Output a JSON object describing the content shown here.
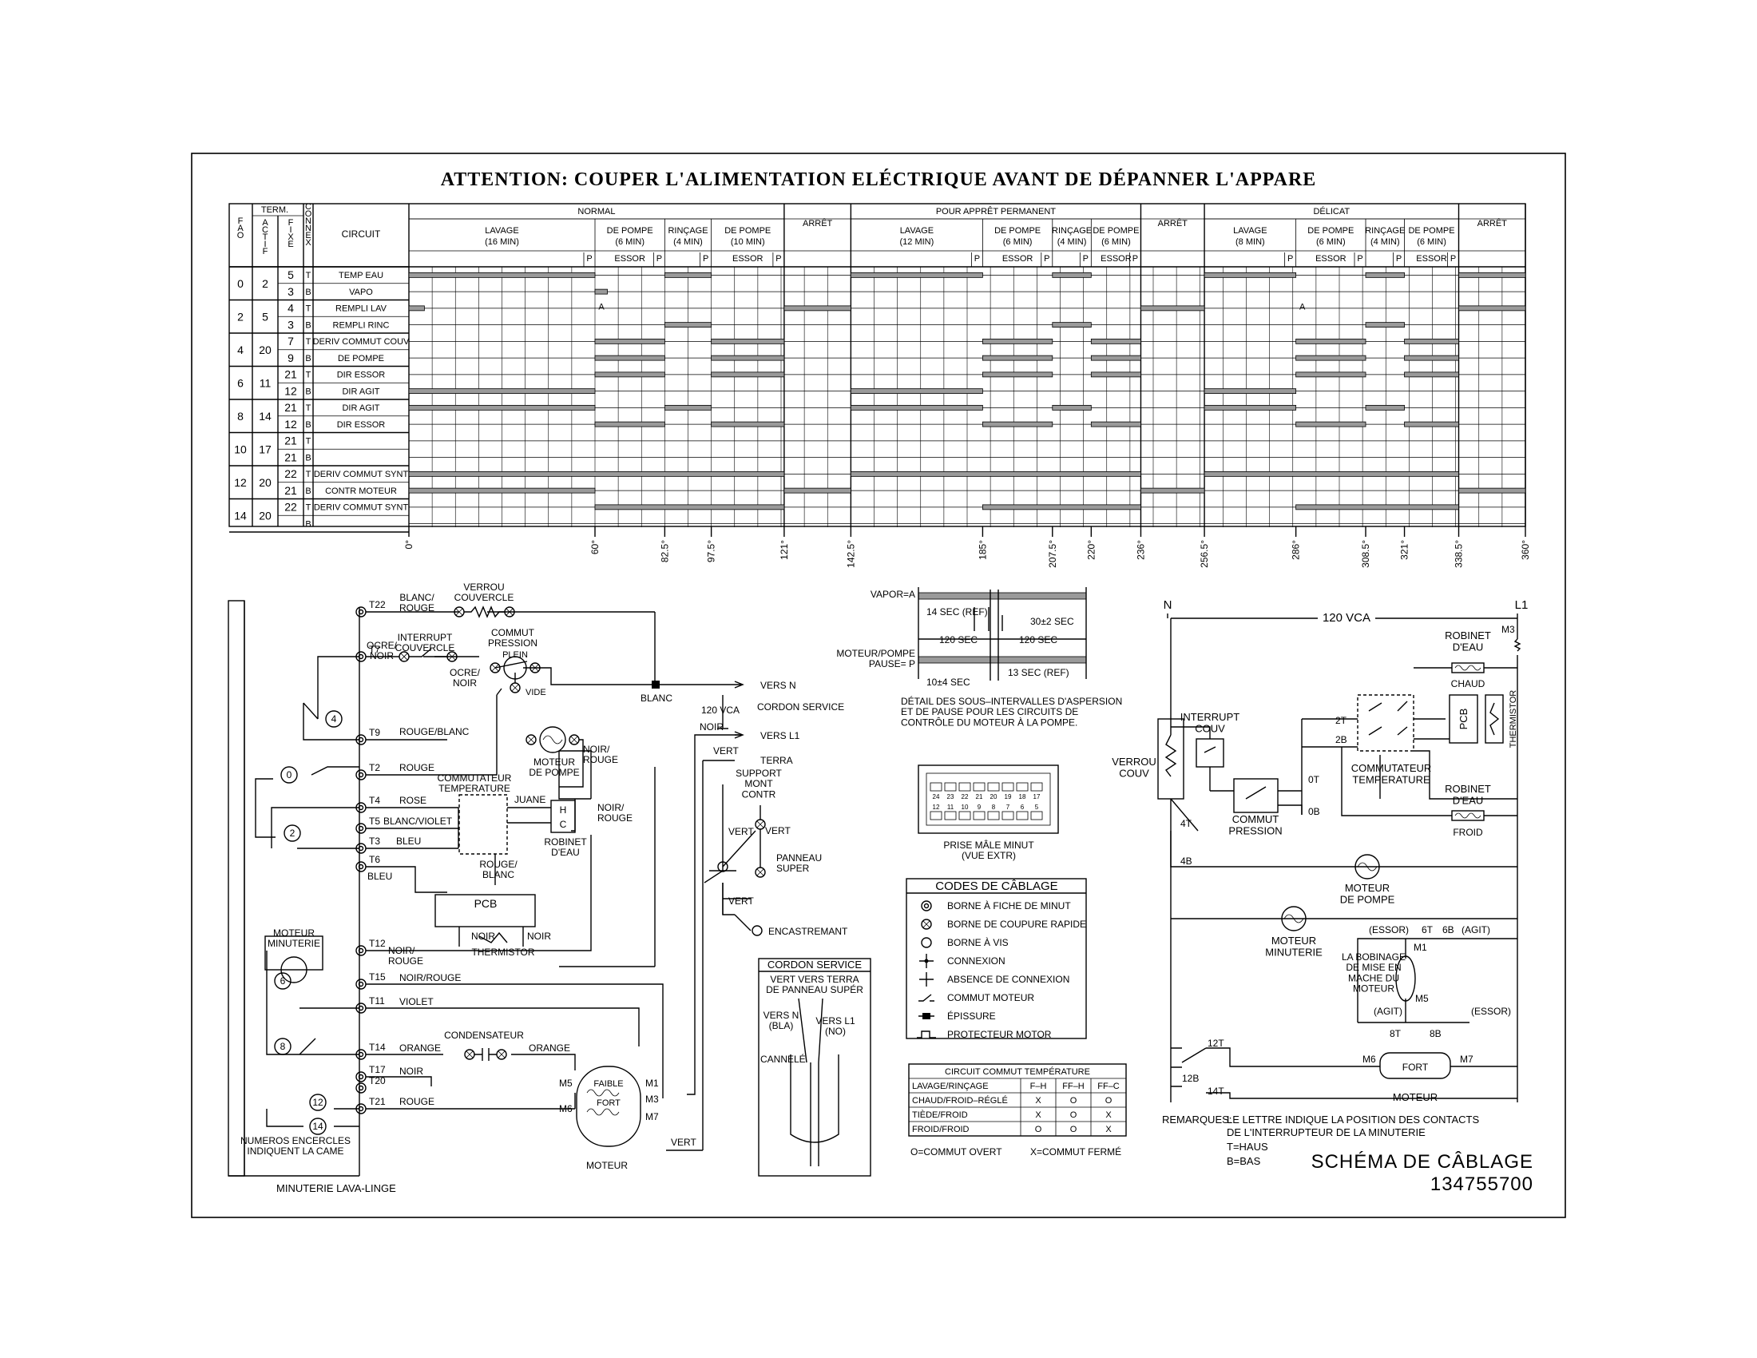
{
  "title": "ATTENTION: COUPER L'ALIMENTATION ELÉCTRIQUE AVANT DE DÉPANNER L'APPARE",
  "timer_chart": {
    "head_fao": "F\nA\nO",
    "head_term": "TERM.",
    "head_actif": "A\nC\nT\nI\nF",
    "head_fixe": "F\nI\nX\nE",
    "head_connex": "C\nO\nN\nN\nE\nX",
    "head_circuit": "CIRCUIT",
    "cycles": [
      {
        "name": "NORMAL",
        "segments": [
          {
            "label": "LAVAGE",
            "sub": "(16 MIN)"
          },
          {
            "label": "DE POMPE",
            "sub": "(6 MIN)",
            "sub2": "ESSOR"
          },
          {
            "label": "RINÇAGE",
            "sub": "(4 MIN)"
          },
          {
            "label": "DE POMPE",
            "sub": "(10 MIN)",
            "sub2": "ESSOR"
          }
        ]
      },
      {
        "name": "POUR APPRÊT PERMANENT",
        "segments": [
          {
            "label": "LAVAGE",
            "sub": "(12 MIN)"
          },
          {
            "label": "DE POMPE",
            "sub": "(6 MIN)",
            "sub2": "ESSOR"
          },
          {
            "label": "RINÇAGE",
            "sub": "(4 MIN)"
          },
          {
            "label": "DE POMPE",
            "sub": "(6 MIN)",
            "sub2": "ESSOR"
          }
        ]
      },
      {
        "name": "DÉLICAT",
        "segments": [
          {
            "label": "LAVAGE",
            "sub": "(8 MIN)"
          },
          {
            "label": "DE POMPE",
            "sub": "(6 MIN)",
            "sub2": "ESSOR"
          },
          {
            "label": "RINÇAGE",
            "sub": "(4 MIN)"
          },
          {
            "label": "DE POMPE",
            "sub": "(6 MIN)",
            "sub2": "ESSOR"
          }
        ]
      }
    ],
    "arret": "ARRÊT",
    "p": "P",
    "marker_a": "A",
    "groups": [
      {
        "fao": "0",
        "actif": "2"
      },
      {
        "fao": "2",
        "actif": "5"
      },
      {
        "fao": "4",
        "actif": "20"
      },
      {
        "fao": "6",
        "actif": "11"
      },
      {
        "fao": "8",
        "actif": "14"
      },
      {
        "fao": "10",
        "actif": "17"
      },
      {
        "fao": "12",
        "actif": "20"
      },
      {
        "fao": "14",
        "actif": "20"
      }
    ],
    "rows": [
      {
        "fixe": "5",
        "connex": "T",
        "circuit": "TEMP EAU"
      },
      {
        "fixe": "3",
        "connex": "B",
        "circuit": "VAPO"
      },
      {
        "fixe": "4",
        "connex": "T",
        "circuit": "REMPLI LAV"
      },
      {
        "fixe": "3",
        "connex": "B",
        "circuit": "REMPLI RINC"
      },
      {
        "fixe": "7",
        "connex": "T",
        "circuit": "DERIV COMMUT COUV"
      },
      {
        "fixe": "9",
        "connex": "B",
        "circuit": "DE POMPE"
      },
      {
        "fixe": "21",
        "connex": "T",
        "circuit": "DIR ESSOR"
      },
      {
        "fixe": "12",
        "connex": "B",
        "circuit": "DIR AGIT"
      },
      {
        "fixe": "21",
        "connex": "T",
        "circuit": "DIR AGIT"
      },
      {
        "fixe": "12",
        "connex": "B",
        "circuit": "DIR ESSOR"
      },
      {
        "fixe": "21",
        "connex": "T",
        "circuit": ""
      },
      {
        "fixe": "21",
        "connex": "B",
        "circuit": ""
      },
      {
        "fixe": "22",
        "connex": "T",
        "circuit": "DERIV COMMUT SYNT"
      },
      {
        "fixe": "21",
        "connex": "B",
        "circuit": "CONTR MOTEUR"
      },
      {
        "fixe": "22",
        "connex": "T",
        "circuit": "DERIV COMMUT SYNT"
      },
      {
        "fixe": "",
        "connex": "B",
        "circuit": ""
      }
    ],
    "degree_ticks": [
      {
        "deg": 0,
        "label": "0°"
      },
      {
        "deg": 60,
        "label": "60°"
      },
      {
        "deg": 82.5,
        "label": "82.5°"
      },
      {
        "deg": 97.5,
        "label": "97.5°"
      },
      {
        "deg": 121,
        "label": "121°"
      },
      {
        "deg": 142.5,
        "label": "142.5°"
      },
      {
        "deg": 185,
        "label": "185°"
      },
      {
        "deg": 207.5,
        "label": "207.5°"
      },
      {
        "deg": 220,
        "label": "220°"
      },
      {
        "deg": 236,
        "label": "236°"
      },
      {
        "deg": 256.5,
        "label": "256.5°"
      },
      {
        "deg": 286,
        "label": "286°"
      },
      {
        "deg": 308.5,
        "label": "308.5°"
      },
      {
        "deg": 321,
        "label": "321°"
      },
      {
        "deg": 338.5,
        "label": "338.5°"
      },
      {
        "deg": 360,
        "label": "360°"
      }
    ],
    "bars_deg": [
      [
        [
          0,
          60
        ],
        [
          82.5,
          97.5
        ],
        [
          142.5,
          185
        ],
        [
          207.5,
          220
        ],
        [
          256.5,
          286
        ],
        [
          308.5,
          321
        ],
        [
          338.5,
          360
        ]
      ],
      [
        [
          60,
          64
        ]
      ],
      [
        [
          0,
          5
        ],
        [
          121,
          142.5
        ],
        [
          236,
          256.5
        ],
        [
          338.5,
          360
        ]
      ],
      [
        [
          82.5,
          97.5
        ],
        [
          207.5,
          220
        ],
        [
          308.5,
          321
        ]
      ],
      [
        [
          60,
          82.5
        ],
        [
          97.5,
          121
        ],
        [
          185,
          207.5
        ],
        [
          220,
          236
        ],
        [
          286,
          308.5
        ],
        [
          321,
          338.5
        ]
      ],
      [
        [
          60,
          82.5
        ],
        [
          97.5,
          121
        ],
        [
          185,
          207.5
        ],
        [
          220,
          236
        ],
        [
          286,
          308.5
        ],
        [
          321,
          338.5
        ]
      ],
      [
        [
          60,
          82.5
        ],
        [
          97.5,
          121
        ],
        [
          185,
          207.5
        ],
        [
          220,
          236
        ],
        [
          286,
          308.5
        ],
        [
          321,
          338.5
        ]
      ],
      [
        [
          0,
          60
        ],
        [
          142.5,
          185
        ],
        [
          256.5,
          286
        ]
      ],
      [
        [
          0,
          60
        ],
        [
          82.5,
          97.5
        ],
        [
          142.5,
          185
        ],
        [
          207.5,
          220
        ],
        [
          256.5,
          286
        ],
        [
          308.5,
          321
        ]
      ],
      [
        [
          60,
          82.5
        ],
        [
          97.5,
          121
        ],
        [
          185,
          207.5
        ],
        [
          220,
          236
        ],
        [
          286,
          308.5
        ],
        [
          321,
          338.5
        ]
      ],
      [],
      [],
      [
        [
          0,
          121
        ],
        [
          142.5,
          236
        ],
        [
          256.5,
          338.5
        ]
      ],
      [
        [
          0,
          60
        ],
        [
          121,
          142.5
        ],
        [
          236,
          256.5
        ],
        [
          338.5,
          360
        ]
      ],
      [
        [
          60,
          121
        ],
        [
          185,
          236
        ],
        [
          286,
          338.5
        ]
      ],
      []
    ]
  },
  "timer_schematic": {
    "terminals": [
      "T22",
      "T7",
      "T9",
      "T2",
      "T4",
      "T5",
      "T3",
      "T6",
      "T12",
      "T15",
      "T11",
      "T14",
      "T17",
      "T20",
      "T21"
    ],
    "cams": [
      "4",
      "0",
      "2",
      "6",
      "8",
      "12",
      "14"
    ],
    "wire_labels": {
      "t22": "BLANC/\nROUGE",
      "t7": "OCRE/\nNOIR",
      "t9": "ROUGE/BLANC",
      "t2": "ROUGE",
      "t4": "ROSE",
      "t5": "BLANC/VIOLET",
      "t3": "BLEU",
      "t6": "BLEU",
      "t12": "NOIR/\nROUGE",
      "t15": "NOIR/ROUGE",
      "t11": "VIOLET",
      "t14": "ORANGE",
      "t14b": "ORANGE",
      "t20": "NOIR",
      "t21": "ROUGE",
      "ocre_noir": "OCRE/\nNOIR",
      "blanc": "BLANC",
      "noir": "NOIR",
      "vert1": "VERT",
      "vert2": "VERT",
      "vert3": "VERT",
      "vert4": "VERT",
      "vert5": "VERT",
      "noir_rouge_pompe": "NOIR/\nROUGE",
      "noir_rouge_robinet": "NOIR/\nROUGE",
      "rouge_blanc": "ROUGE/\nBLANC",
      "jaune": "JUANE",
      "noir_pcb_l": "NOIR",
      "noir_pcb_r": "NOIR"
    },
    "components": {
      "verrou": "VERROU\nCOUVERCLE",
      "interrupt": "INTERRUPT\nCOUVERCLE",
      "commut": "COMMUT\nPRESSION",
      "plein": "PLEIN",
      "vide": "VIDE",
      "moteur_pompe": "MOTEUR\nDE POMPE",
      "commutateur_temp": "COMMUTATEUR\nTEMPERATURE",
      "robinet": "ROBINET\nD'EAU",
      "pcb": "PCB",
      "thermistor": "THERMISTOR",
      "moteur_minuterie": "MOTEUR\nMINUTERIE",
      "condensateur": "CONDENSATEUR",
      "moteur": "MOTEUR",
      "faible": "FAIBLE",
      "fort": "FORT",
      "numeros": "NUMEROS ENCERCLES\nINDIQUENT LA CAME",
      "minuterie": "MINUTERIE LAVA-LINGE"
    },
    "outputs": {
      "vers_n": "VERS N",
      "vers_l1": "VERS L1",
      "terra": "TERRA",
      "cordon": "CORDON SERVICE",
      "vca": "120 VCA",
      "support": "SUPPORT\nMONT\nCONTR",
      "panneau": "PANNEAU\nSUPER",
      "encastrement": "ENCASTREMANT"
    },
    "pin_labels": {
      "h": "H",
      "c": "C",
      "m5": "M5",
      "m6": "M6",
      "m1": "M1",
      "m3": "M3",
      "m7": "M7"
    }
  },
  "spray_detail": {
    "vapor": "VAPOR=A",
    "moteur": "MOTEUR/POMPE\nPAUSE= P",
    "sec14": "14 SEC (REF)",
    "sec30": "30±2 SEC",
    "sec120a": "120 SEC",
    "sec120b": "120 SEC",
    "sec10": "10±4 SEC",
    "sec13": "13 SEC (REF)",
    "caption": "DÉTAIL DES SOUS–INTERVALLES D'ASPERSION\nET DE PAUSE POUR LES CIRCUITS DE\nCONTRÔLE DU MOTEUR À LA POMPE."
  },
  "plug": {
    "caption": "PRISE MÂLE MINUT\n(VUE EXTR)",
    "top_pins": [
      "24",
      "23",
      "22",
      "21",
      "20",
      "19",
      "18",
      "17"
    ],
    "bottom_pins": [
      "12",
      "11",
      "10",
      "9",
      "8",
      "7",
      "6",
      "5"
    ]
  },
  "legend": {
    "title": "CODES DE CÂBLAGE",
    "items": [
      {
        "icon": "double-circle",
        "label": "BORNE À FICHE DE MINUT"
      },
      {
        "icon": "x-circle",
        "label": "BORNE DE COUPURE RAPIDE"
      },
      {
        "icon": "circle",
        "label": "BORNE À VIS"
      },
      {
        "icon": "dot-cross",
        "label": "CONNEXION"
      },
      {
        "icon": "cross",
        "label": "ABSENCE DE CONNEXION"
      },
      {
        "icon": "switch",
        "label": "COMMUT MOTEUR"
      },
      {
        "icon": "splice",
        "label": "ÉPISSURE"
      },
      {
        "icon": "pulse",
        "label": "PROTECTEUR MOTOR"
      }
    ]
  },
  "cordon_box": {
    "title": "CORDON SERVICE",
    "subtitle": "VERT VERS TERRA\nDE PANNEAU SUPÉR",
    "vers_n": "VERS N\n(BLA)",
    "vers_l1": "VERS L1\n(NO)",
    "cannele": "CANNELÉ"
  },
  "temp_table": {
    "title": "CIRCUIT COMMUT TEMPÉRATURE",
    "headers": [
      "LAVAGE/RINÇAGE",
      "F–H",
      "FF–H",
      "FF–C"
    ],
    "rows": [
      [
        "CHAUD/FROID–RÉGLÉ",
        "X",
        "O",
        "O"
      ],
      [
        "TIÈDE/FROID",
        "X",
        "O",
        "X"
      ],
      [
        "FROID/FROID",
        "O",
        "O",
        "X"
      ]
    ],
    "note_open": "O=COMMUT OVERT",
    "note_closed": "X=COMMUT FERMÉ"
  },
  "ladder": {
    "n": "N",
    "l1": "L1",
    "vca": "120 VCA",
    "m3": "M3",
    "robinet_chaud": "ROBINET\nD'EAU",
    "chaud": "CHAUD",
    "robinet_froid": "ROBINET\nD'EAU",
    "froid": "FROID",
    "thermistor": "THERMISTOR",
    "pcb": "PCB",
    "commutateur": "COMMUTATEUR\nTEMPERATURE",
    "interrupt": "INTERRUPT\nCOUV",
    "verrou": "VERROU\nCOUV",
    "commut": "COMMUT\nPRESSION",
    "moteur_pompe": "MOTEUR\nDE POMPE",
    "moteur_minuterie": "MOTEUR\nMINUTERIE",
    "bobinage": "LA BOBINAGE\nDE MISE EN\nMACHE DU\nMOTEUR",
    "essor1": "(ESSOR)",
    "agit1": "(AGIT)",
    "agit2": "(AGIT)",
    "essor2": "(ESSOR)",
    "moteur": "MOTEUR",
    "fort": "FORT",
    "labels": {
      "t2": "2T",
      "b2": "2B",
      "t0": "0T",
      "b0": "0B",
      "t4": "4T",
      "b4": "4B",
      "t6": "6T",
      "b6": "6B",
      "t8": "8T",
      "b8": "8B",
      "t12": "12T",
      "b12": "12B",
      "t14": "14T",
      "m1": "M1",
      "m5": "M5",
      "m6": "M6",
      "m7": "M7"
    }
  },
  "remarks": {
    "head": "REMARQUES:",
    "line1": "LE LETTRE INDIQUE LA POSITION DES CONTACTS",
    "line2": "DE L'INTERRUPTEUR DE LA MINUTERIE",
    "t": "T=HAUS",
    "b": "B=BAS"
  },
  "footer": {
    "title": "SCHÉMA DE CÂBLAGE",
    "number": "134755700"
  }
}
